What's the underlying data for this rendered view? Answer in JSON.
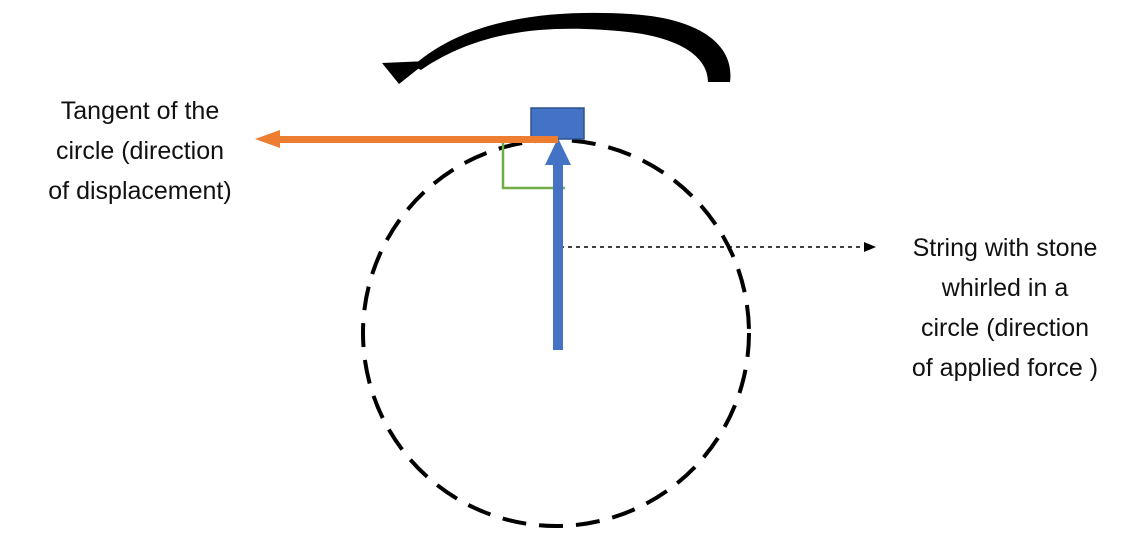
{
  "labels": {
    "tangent": [
      "Tangent of the",
      "circle (direction",
      "of displacement)"
    ],
    "string": [
      "String with stone",
      "whirled in a",
      "circle (direction",
      "of applied force )"
    ]
  },
  "colors": {
    "background": "#ffffff",
    "circle": "#000000",
    "rotation_arrow": "#000000",
    "tangent_arrow": "#ED7D31",
    "force_arrow": "#4472C4",
    "stone": "#4472C4",
    "stone_border": "#2F528F",
    "right_angle_marker": "#70AD47",
    "pointer_line": "#000000"
  },
  "icons": {
    "rotation": "curved-arrow-counterclockwise",
    "stone": "blue-square"
  }
}
